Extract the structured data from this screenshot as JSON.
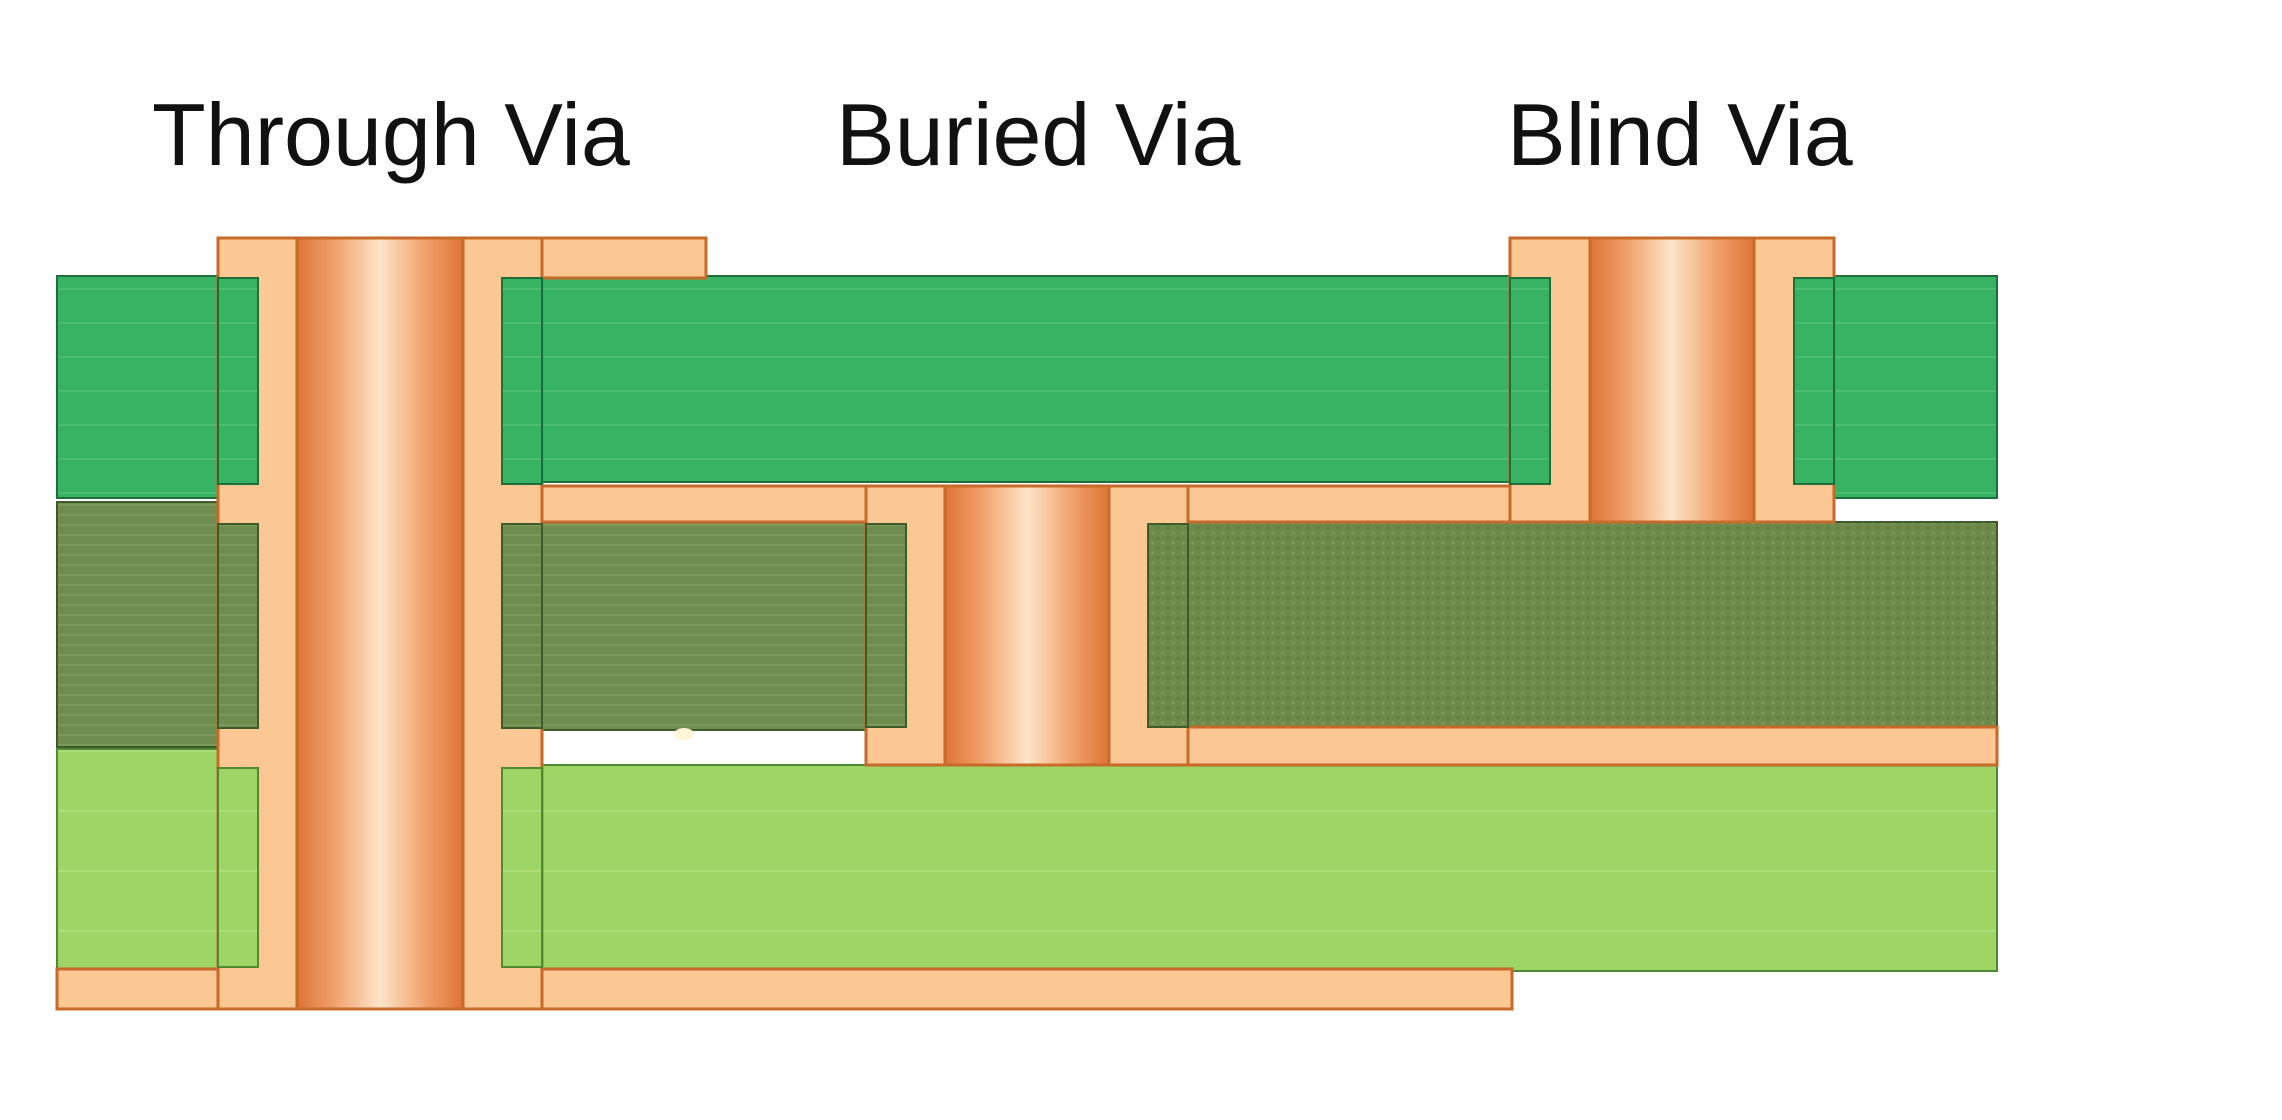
{
  "labels": {
    "through_via": "Through Via",
    "buried_via": "Buried Via",
    "blind_via": "Blind Via"
  },
  "colors": {
    "background": "#ffffff",
    "top_layer": "#38b364",
    "middle_layer": "#6f8d4e",
    "bottom_layer": "#9fd466",
    "copper_pad": "#fbc792",
    "copper_outline": "#c76a2a",
    "barrel_edge": "#e0793c",
    "barrel_highlight": "#fde5c8",
    "text": "#111111"
  }
}
